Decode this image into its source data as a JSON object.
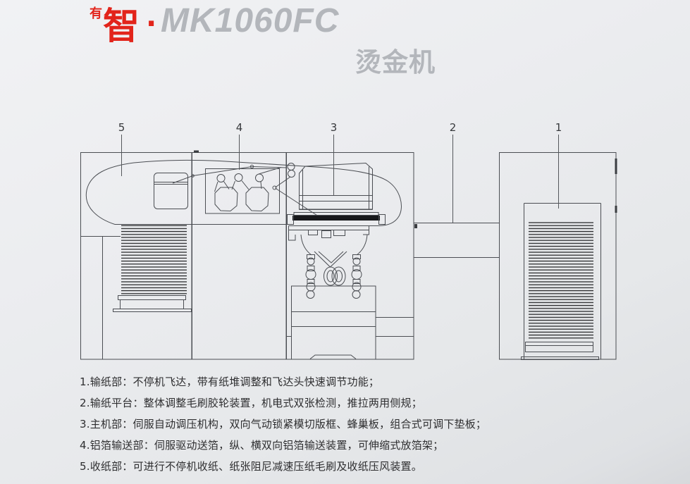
{
  "header": {
    "brand_prefix": "有",
    "brand_main": "智",
    "separator": "·",
    "model": "MK1060FC",
    "product_name": "烫金机"
  },
  "colors": {
    "brand_red": "#e2241b",
    "title_gray": "#b3b6bb",
    "line_gray": "#4b4e53",
    "text_dark": "#2e2e30"
  },
  "diagram": {
    "labels": [
      "5",
      "4",
      "3",
      "2",
      "1"
    ]
  },
  "descriptions": [
    "1.输纸部：不停机飞达，带有纸堆调整和飞达头快速调节功能；",
    "2.输纸平台：整体调整毛刷胶轮装置，机电式双张检测，推拉两用侧规；",
    "3.主机部：伺服自动调压机构，双向气动锁紧模切版框、蜂巢板，组合式可调下垫板；",
    "4.铝箔输送部：伺服驱动送箔，纵、横双向铝箔输送装置，可伸缩式放箔架；",
    "5.收纸部：可进行不停机收纸、纸张阻尼减速压纸毛刷及收纸压风装置。"
  ]
}
